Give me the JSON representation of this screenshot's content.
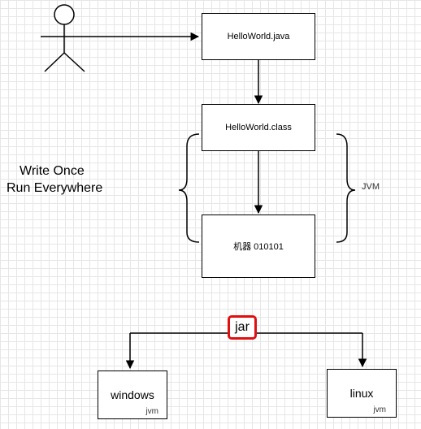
{
  "diagram": {
    "nodes": {
      "java_file": "HelloWorld.java",
      "class_file": "HelloWorld.class",
      "machine_code": "机器 010101"
    },
    "motto": {
      "line1": "Write Once",
      "line2": "Run Everywhere"
    },
    "bracket_label": "JVM",
    "package": "jar",
    "targets": [
      {
        "name": "windows",
        "runtime": "jvm"
      },
      {
        "name": "linux",
        "runtime": "jvm"
      }
    ],
    "colors": {
      "stroke": "#000000",
      "highlight": "#e01010",
      "grid": "#e6e6e6"
    }
  }
}
